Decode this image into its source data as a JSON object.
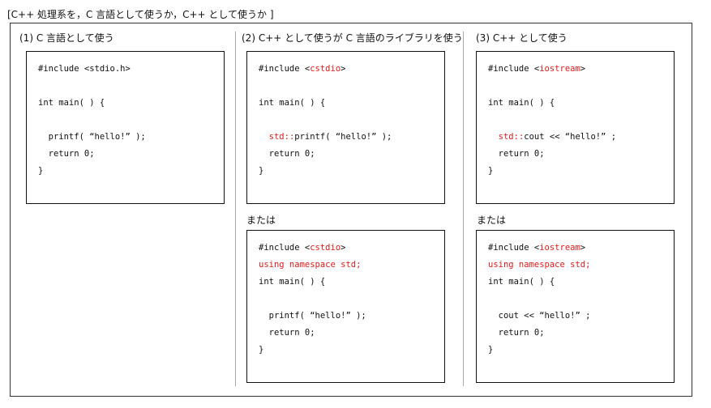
{
  "title": "[C++ 処理系を，C 言語として使うか，C++ として使うか ]",
  "columns": [
    {
      "heading": "(1) C 言語として使う",
      "boxes": [
        {
          "lines": [
            [
              "#include <stdio.h>"
            ],
            [
              ""
            ],
            [
              "int main( ) {"
            ],
            [
              ""
            ],
            [
              "  printf( “hello!” );"
            ],
            [
              "  return 0;"
            ],
            [
              "}"
            ]
          ]
        }
      ]
    },
    {
      "heading": "(2) C++ として使うが C 言語のライブラリを使う",
      "alt_label": "または",
      "boxes": [
        {
          "lines": [
            [
              "#include <",
              "cstdio",
              ">"
            ],
            [
              ""
            ],
            [
              "int main( ) {"
            ],
            [
              ""
            ],
            [
              "  ",
              "std::",
              "printf( “hello!” );"
            ],
            [
              "  return 0;"
            ],
            [
              "}"
            ]
          ]
        },
        {
          "lines": [
            [
              "#include <",
              "cstdio",
              ">"
            ],
            [
              "",
              "using namespace std;"
            ],
            [
              "int main( ) {"
            ],
            [
              ""
            ],
            [
              "  printf( “hello!” );"
            ],
            [
              "  return 0;"
            ],
            [
              "}"
            ]
          ]
        }
      ]
    },
    {
      "heading": "(3) C++ として使う",
      "alt_label": "または",
      "boxes": [
        {
          "lines": [
            [
              "#include <",
              "iostream",
              ">"
            ],
            [
              ""
            ],
            [
              "int main( ) {"
            ],
            [
              ""
            ],
            [
              "  ",
              "std::",
              "cout << “hello!” ;"
            ],
            [
              "  return 0;"
            ],
            [
              "}"
            ]
          ]
        },
        {
          "lines": [
            [
              "#include <",
              "iostream",
              ">"
            ],
            [
              "",
              "using namespace std;"
            ],
            [
              "int main( ) {"
            ],
            [
              ""
            ],
            [
              "  cout << “hello!” ;"
            ],
            [
              "  return 0;"
            ],
            [
              "}"
            ]
          ]
        }
      ]
    }
  ],
  "colors": {
    "highlight": "#e01b1b",
    "text": "#111111",
    "border": "#111111"
  }
}
